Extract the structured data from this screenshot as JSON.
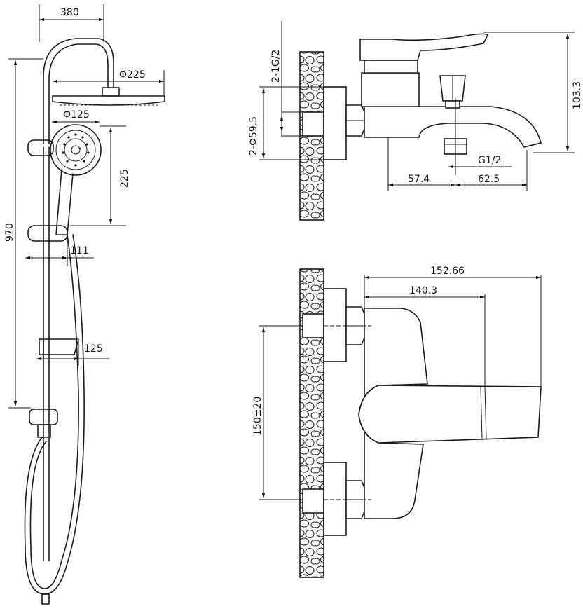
{
  "dimensions": {
    "top_width": "380",
    "head_diameter": "Φ225",
    "hand_diameter": "Φ125",
    "hand_offset": "225",
    "total_height": "970",
    "slider_offset": "111",
    "shelf_offset": "125",
    "inlet_thread": "2-1G/2",
    "escutcheon_diameter": "2-Φ59.5",
    "faucet_height": "103.3",
    "outlet_thread": "G1/2",
    "body_depth": "57.4",
    "spout_reach": "62.5",
    "overall_length": "152.66",
    "handle_length": "140.3",
    "center_distance": "150±20"
  }
}
